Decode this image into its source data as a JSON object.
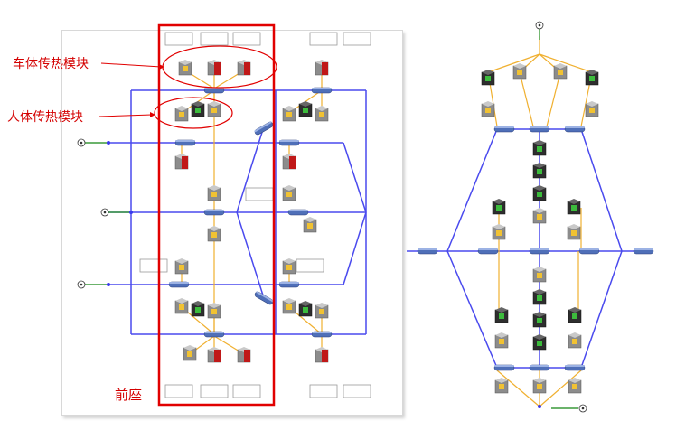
{
  "annotations": {
    "body_heat_module": "车体传热模块",
    "human_heat_module": "人体传热模块",
    "front_seat": "前座"
  },
  "colors": {
    "highlight": "#e10000",
    "flow_line": "#4a4aee",
    "link_line": "#f0b030",
    "ground_line": "#3a9a3a"
  }
}
